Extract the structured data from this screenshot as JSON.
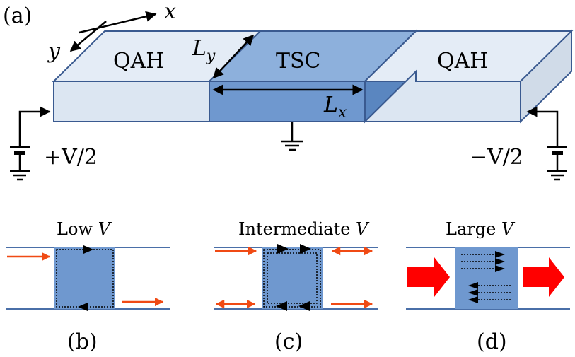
{
  "panel_tag": "(a)",
  "axes": {
    "x": "x",
    "y": "y"
  },
  "blocks": {
    "left": "QAH",
    "center": "TSC",
    "right": "QAH"
  },
  "dims": {
    "ly_main": "L",
    "ly_sub": "y",
    "lx_main": "L",
    "lx_sub": "x"
  },
  "voltages": {
    "left": "+V/2",
    "right": "−V/2"
  },
  "panels": [
    {
      "title": "Low ",
      "var": "V",
      "caption": "(b)"
    },
    {
      "title": "Intermediate ",
      "var": "V",
      "caption": "(c)"
    },
    {
      "title": "Large ",
      "var": "V",
      "caption": "(d)"
    }
  ],
  "colors": {
    "qah_face": "#dce6f2",
    "tsc_face": "#6f98cf",
    "tsc_top": "#8db0dc",
    "tsc_side": "#5a86c0",
    "outline": "#3a5a90",
    "lead_line": "#4a6fa8",
    "arrow_red": "#ff0000",
    "arrow_orange": "#f04a14"
  }
}
